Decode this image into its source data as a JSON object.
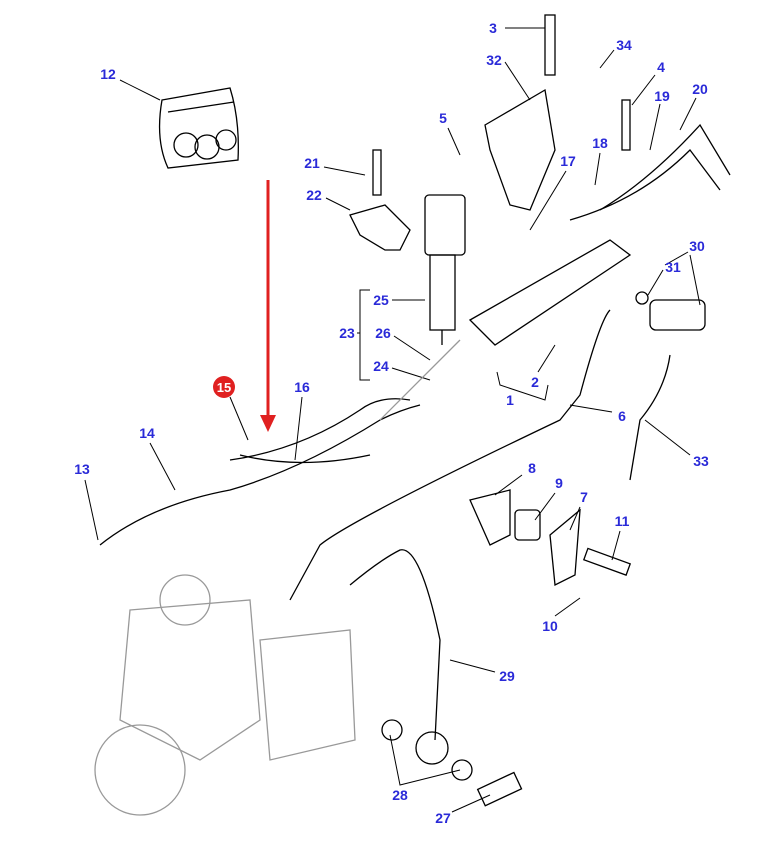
{
  "callouts": [
    {
      "n": "3"
    },
    {
      "n": "34"
    },
    {
      "n": "32"
    },
    {
      "n": "4"
    },
    {
      "n": "19"
    },
    {
      "n": "20"
    },
    {
      "n": "12"
    },
    {
      "n": "5"
    },
    {
      "n": "18"
    },
    {
      "n": "17"
    },
    {
      "n": "21"
    },
    {
      "n": "22"
    },
    {
      "n": "30"
    },
    {
      "n": "31"
    },
    {
      "n": "25"
    },
    {
      "n": "23"
    },
    {
      "n": "26"
    },
    {
      "n": "24"
    },
    {
      "n": "16"
    },
    {
      "n": "2"
    },
    {
      "n": "1"
    },
    {
      "n": "6"
    },
    {
      "n": "14"
    },
    {
      "n": "33"
    },
    {
      "n": "13"
    },
    {
      "n": "8"
    },
    {
      "n": "9"
    },
    {
      "n": "7"
    },
    {
      "n": "11"
    },
    {
      "n": "10"
    },
    {
      "n": "29"
    },
    {
      "n": "28"
    },
    {
      "n": "27"
    }
  ],
  "highlight": {
    "n": "15",
    "color": "#e02020"
  },
  "colors": {
    "callout": "#2a2ad8",
    "arrow": "#e02020",
    "line": "#000000"
  }
}
